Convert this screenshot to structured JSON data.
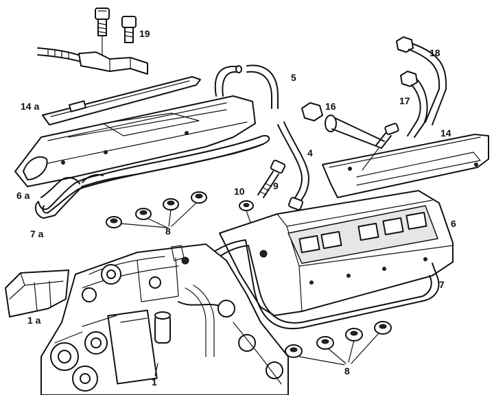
{
  "labels": {
    "l19": "19",
    "l18": "18",
    "l5": "5",
    "l14a": "14 a",
    "l16": "16",
    "l17": "17",
    "l14": "14",
    "l4": "4",
    "l6a": "6 a",
    "l9": "9",
    "l10": "10",
    "l7a": "7 a",
    "l8top": "8",
    "l6": "6",
    "l7": "7",
    "l1a": "1 a",
    "l1": "1",
    "l8bottom": "8"
  },
  "colors": {
    "line": "#111111",
    "background": "#ffffff"
  }
}
